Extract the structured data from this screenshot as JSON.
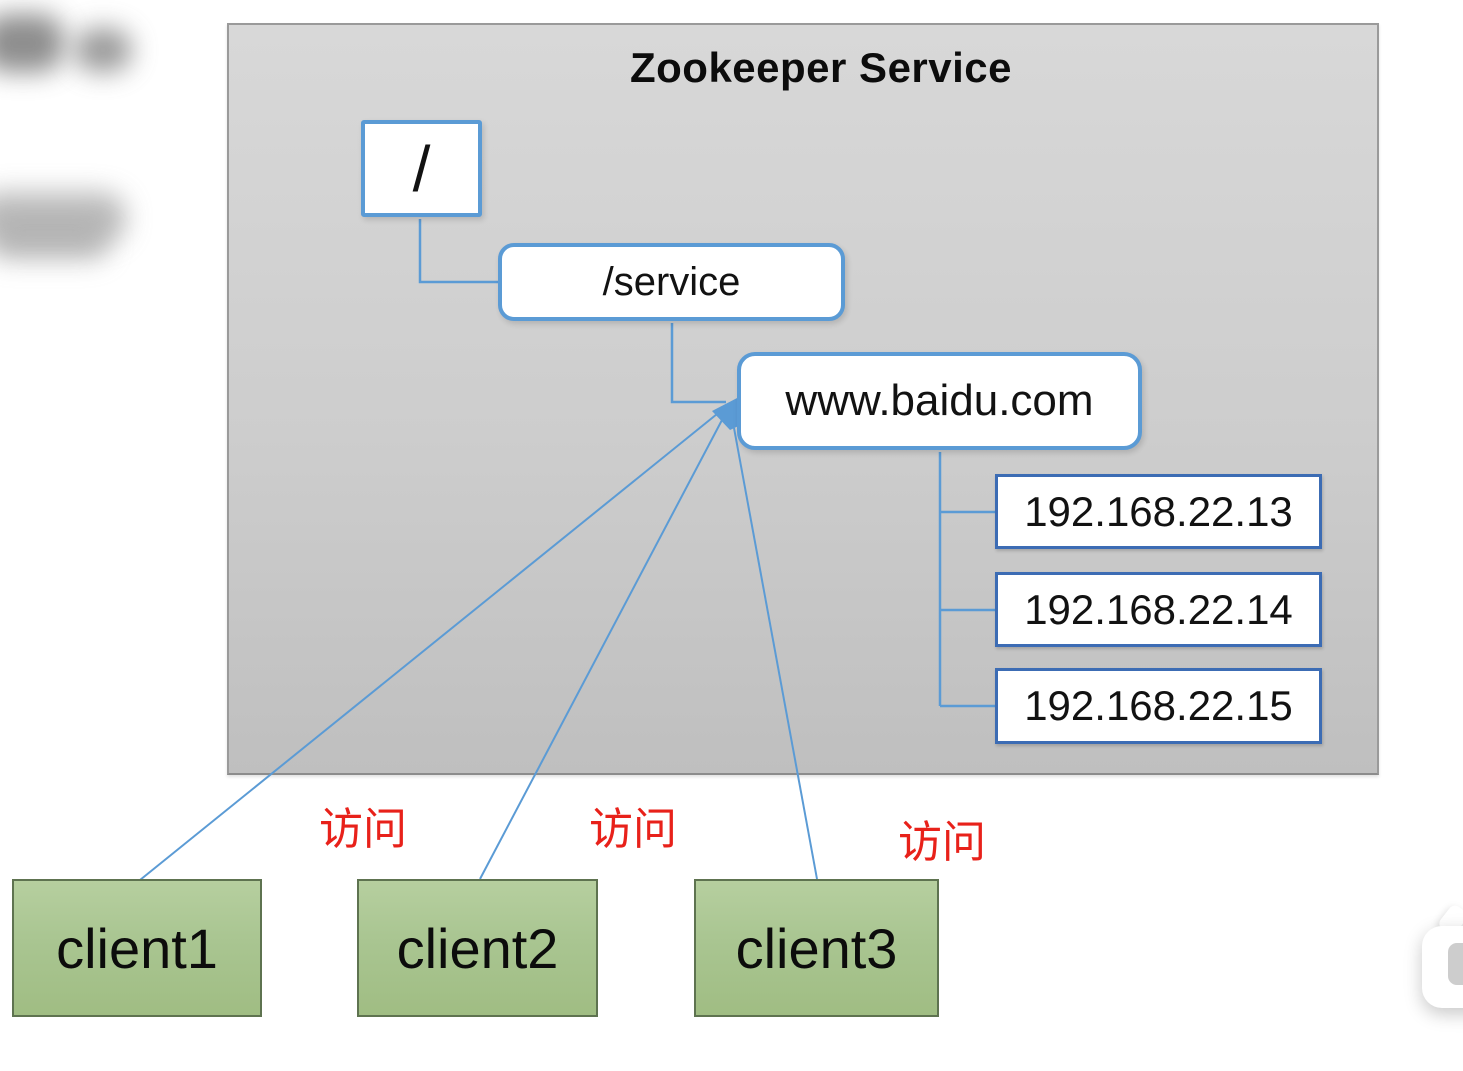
{
  "diagram": {
    "title": "Zookeeper Service",
    "root": {
      "label": "/"
    },
    "service": {
      "label": "/service"
    },
    "domain": {
      "label": "www.baidu.com"
    },
    "ip_nodes": [
      "192.168.22.13",
      "192.168.22.14",
      "192.168.22.15"
    ],
    "clients": [
      "client1",
      "client2",
      "client3"
    ],
    "access_labels": [
      "访问",
      "访问",
      "访问"
    ],
    "colors": {
      "panel_fill": "#cdcdcd",
      "node_border_blue": "#5b9bd5",
      "ip_border_blue": "#3c6cb4",
      "connector_blue": "#5b9bd5",
      "client_fill_green": "#a9c591",
      "client_border_green": "#5e7350",
      "access_label_red": "#e8211a",
      "text_black": "#121212"
    },
    "icons": {
      "arrowhead": "arrow-head-icon",
      "corner_button": "sticker-overlay-icon"
    }
  }
}
